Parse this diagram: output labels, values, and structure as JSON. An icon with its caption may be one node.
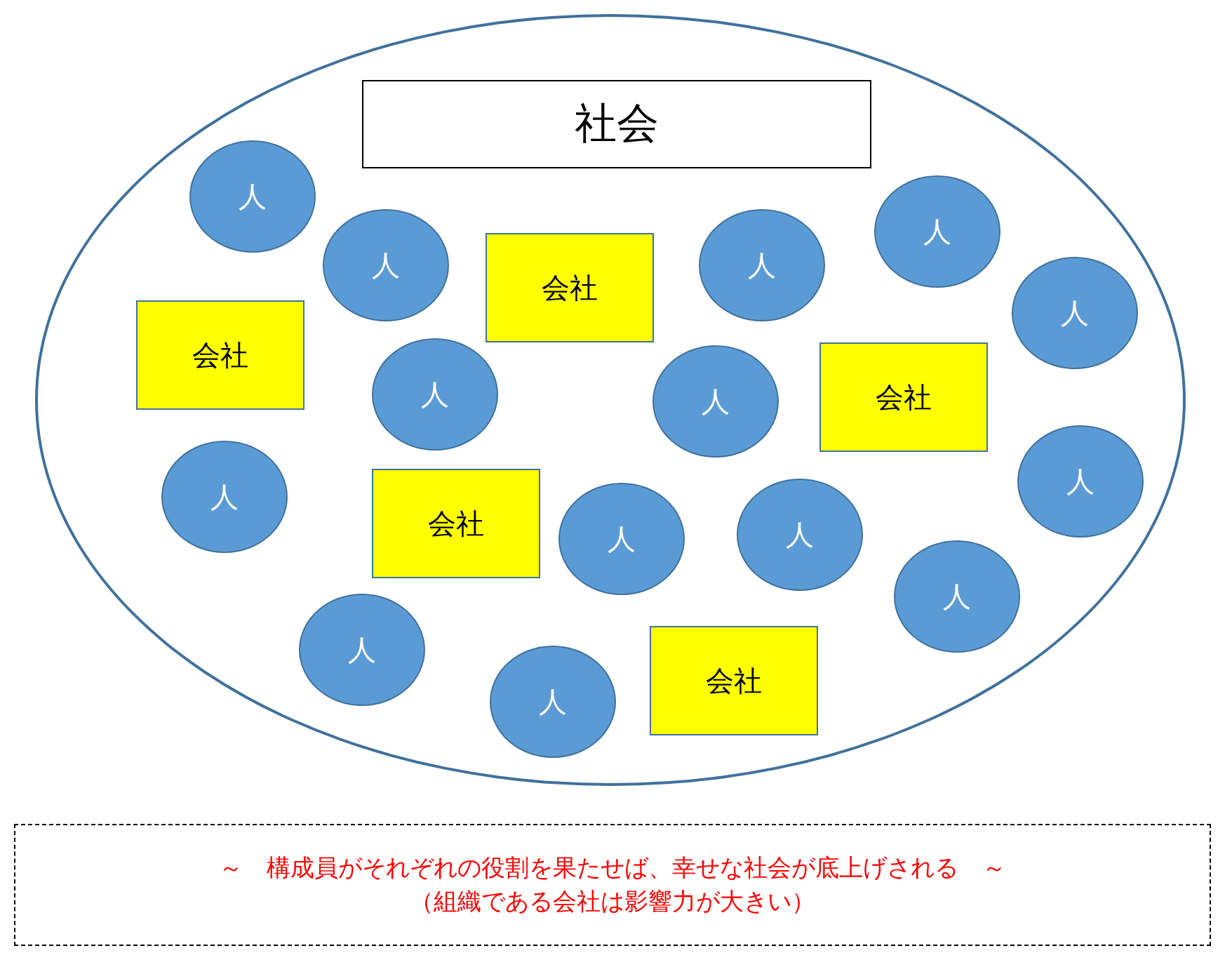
{
  "diagram": {
    "nodes": [
      {
        "text": [],
        "shape": "ellipse"
      },
      {
        "text": [
          "社会"
        ],
        "in": 0
      },
      {
        "text": [
          "人"
        ],
        "in": 0
      },
      {
        "text": [
          "人"
        ],
        "in": 0
      },
      {
        "text": [
          "会社"
        ],
        "in": 0
      },
      {
        "text": [
          "人"
        ],
        "in": 0
      },
      {
        "text": [
          "人"
        ],
        "in": 0
      },
      {
        "text": [
          "人"
        ],
        "in": 0
      },
      {
        "text": [
          "会社"
        ],
        "in": 0
      },
      {
        "text": [
          "人"
        ],
        "in": 0
      },
      {
        "text": [
          "会社"
        ],
        "in": 0
      },
      {
        "text": [
          "人"
        ],
        "in": 0
      },
      {
        "text": [
          "人"
        ],
        "in": 0
      },
      {
        "text": [
          "人"
        ],
        "in": 0
      },
      {
        "text": [
          "会社"
        ],
        "in": 0
      },
      {
        "text": [
          "人"
        ],
        "in": 0
      },
      {
        "text": [
          "人"
        ],
        "in": 0
      },
      {
        "text": [
          "人"
        ],
        "in": 0
      },
      {
        "text": [
          "人"
        ],
        "in": 0
      },
      {
        "text": [
          "会社"
        ],
        "in": 0
      },
      {
        "text": [
          "人"
        ],
        "in": 0
      },
      {
        "text": [
          "～　構成員がそれぞれの役割を果たせば、幸せな社会が底上げされる　～",
          "（組織である会社は影響力が大きい）"
        ]
      }
    ]
  }
}
